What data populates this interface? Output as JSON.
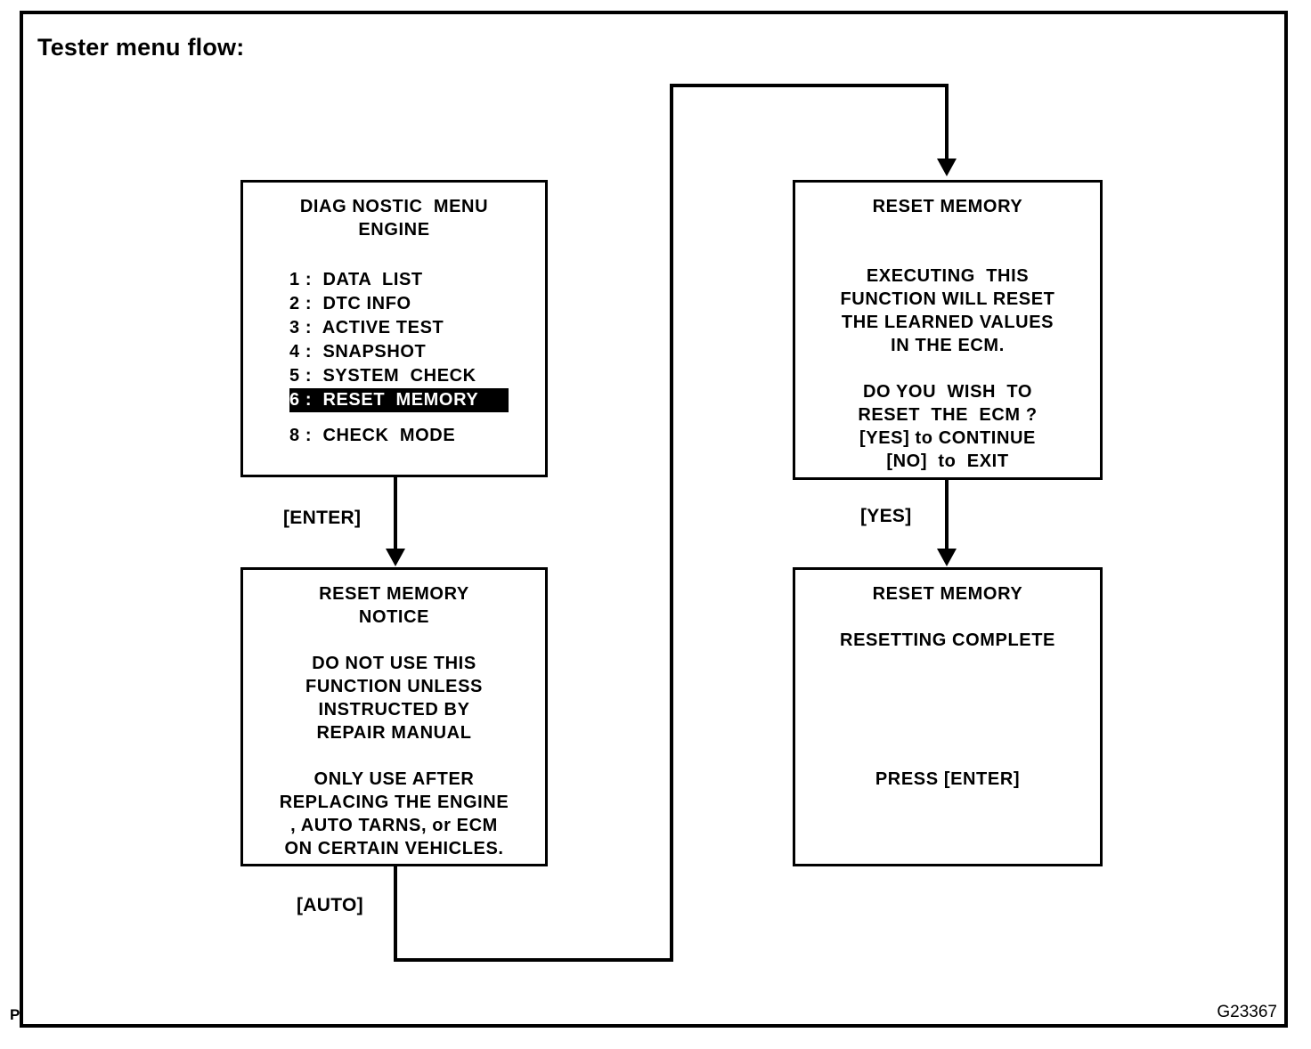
{
  "figure": {
    "title": "Tester menu flow:",
    "id": "G23367",
    "corner_mark": "P"
  },
  "screens": [
    {
      "key": "diagnostic-menu",
      "header_lines": [
        "DIAG NOSTIC  MENU",
        "ENGINE"
      ],
      "menu_items": [
        {
          "label": "1 :  DATA  LIST",
          "selected": false
        },
        {
          "label": "2 :  DTC INFO",
          "selected": false
        },
        {
          "label": "3 :  ACTIVE TEST",
          "selected": false
        },
        {
          "label": "4 :  SNAPSHOT",
          "selected": false
        },
        {
          "label": "5 :  SYSTEM  CHECK",
          "selected": false
        },
        {
          "label": "6 :  RESET  MEMORY",
          "selected": true
        },
        {
          "label": "8 :  CHECK  MODE",
          "selected": false
        }
      ]
    },
    {
      "key": "reset-memory-notice",
      "lines": [
        "RESET MEMORY",
        "NOTICE",
        "",
        "DO NOT USE THIS",
        "FUNCTION UNLESS",
        "INSTRUCTED BY",
        "REPAIR MANUAL",
        "",
        "ONLY USE AFTER",
        "REPLACING THE ENGINE",
        ", AUTO TARNS, or ECM",
        "ON CERTAIN VEHICLES."
      ]
    },
    {
      "key": "reset-memory-confirm",
      "lines": [
        "RESET MEMORY",
        "",
        "",
        "EXECUTING  THIS",
        "FUNCTION WILL RESET",
        "THE LEARNED VALUES",
        "IN THE ECM.",
        "",
        "DO YOU  WISH  TO",
        "RESET  THE  ECM ?",
        "[YES] to CONTINUE",
        "[NO]  to  EXIT"
      ]
    },
    {
      "key": "resetting-complete",
      "lines": [
        "RESET MEMORY",
        "",
        "RESETTING COMPLETE",
        "",
        "",
        "",
        "",
        "",
        "PRESS [ENTER]"
      ]
    }
  ],
  "connectors": [
    {
      "key": "enter",
      "label": "[ENTER]"
    },
    {
      "key": "auto",
      "label": "[AUTO]"
    },
    {
      "key": "yes",
      "label": "[YES]"
    }
  ]
}
